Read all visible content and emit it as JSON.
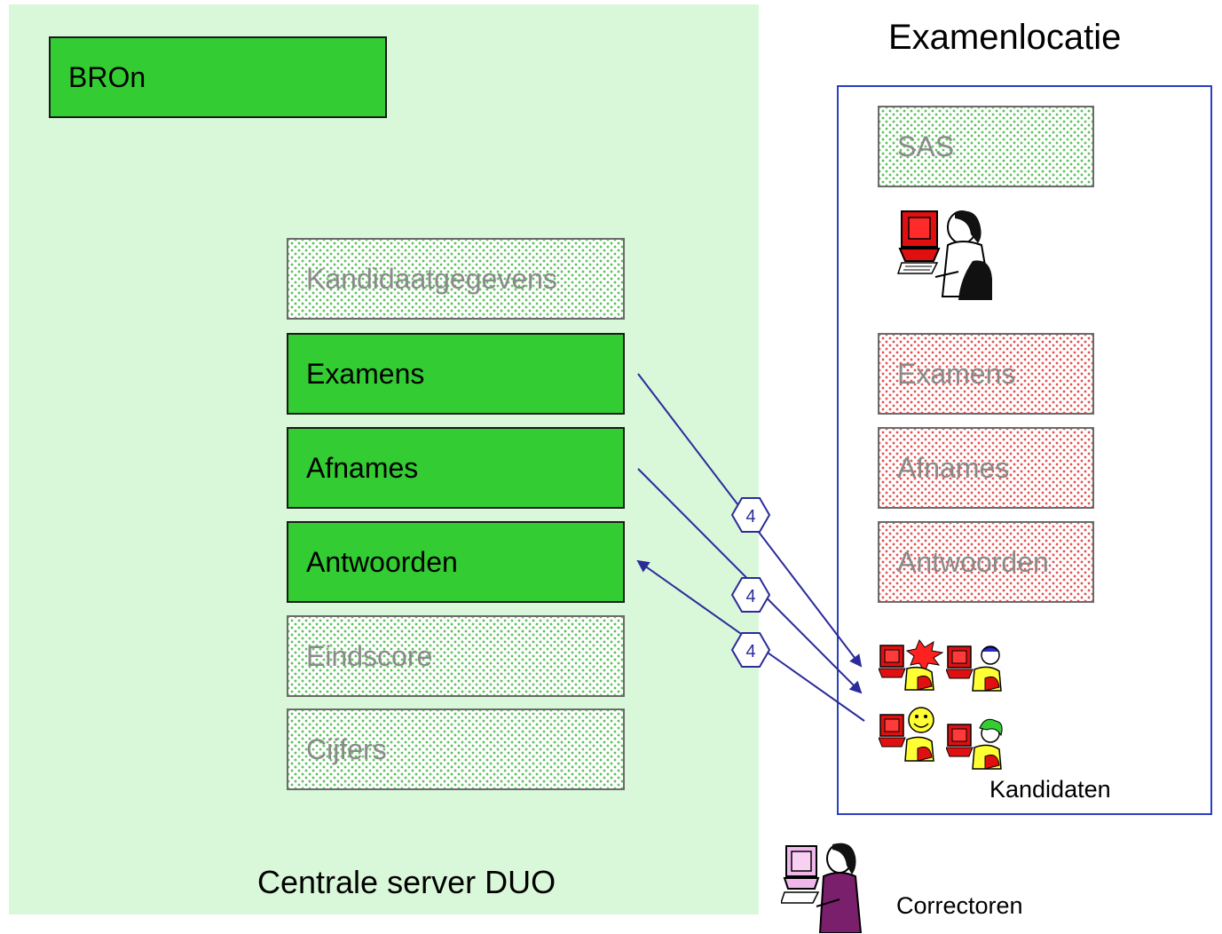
{
  "server": {
    "label": "Centrale server DUO",
    "bron_label": "BROn",
    "items": [
      {
        "label": "Kandidaatgegevens",
        "style": "dotted-green"
      },
      {
        "label": "Examens",
        "style": "solid-green"
      },
      {
        "label": "Afnames",
        "style": "solid-green"
      },
      {
        "label": "Antwoorden",
        "style": "solid-green"
      },
      {
        "label": "Eindscore",
        "style": "dotted-green"
      },
      {
        "label": "Cijfers",
        "style": "dotted-green"
      }
    ]
  },
  "locatie": {
    "title": "Examenlocatie",
    "sas_label": "SAS",
    "items": [
      {
        "label": "Examens",
        "style": "dotted-red"
      },
      {
        "label": "Afnames",
        "style": "dotted-red"
      },
      {
        "label": "Antwoorden",
        "style": "dotted-red"
      }
    ],
    "kandidaten_label": "Kandidaten"
  },
  "correctoren_label": "Correctoren",
  "arrows": [
    {
      "badge": "4",
      "direction": "to-kandidaten"
    },
    {
      "badge": "4",
      "direction": "to-kandidaten"
    },
    {
      "badge": "4",
      "direction": "to-server"
    }
  ],
  "colors": {
    "server_bg": "#d9f7d9",
    "solid_green": "#33cc33",
    "dot_green": "#59c259",
    "dot_red": "#e65050",
    "arrow": "#2b2b9a",
    "locatie_border": "#2b3fbf"
  }
}
